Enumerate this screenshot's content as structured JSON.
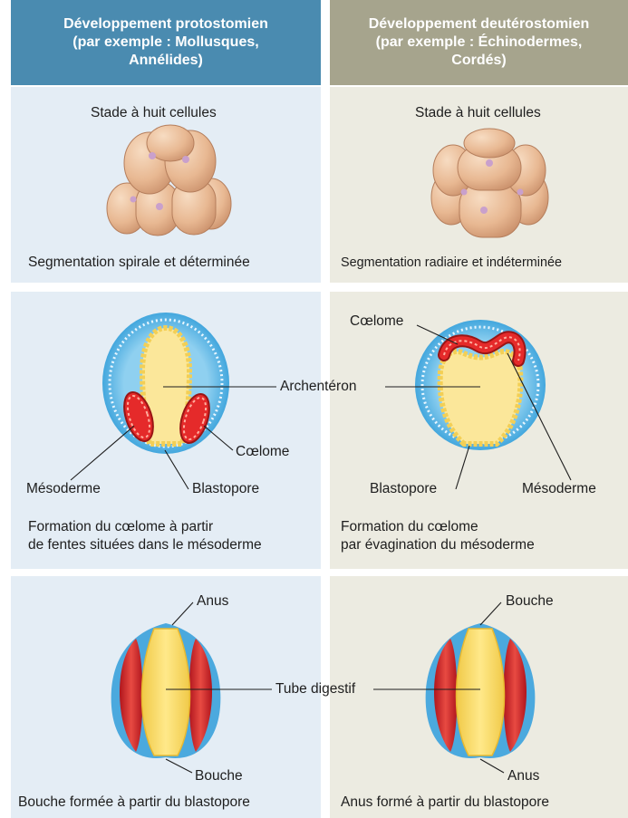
{
  "headers": {
    "left": [
      "Développement protostomien",
      "(par exemple : Mollusques,",
      "Annélides)"
    ],
    "right": [
      "Développement deutérostomien",
      "(par exemple : Échinodermes,",
      "Cordés)"
    ]
  },
  "row1": {
    "left_title": "Stade à huit cellules",
    "right_title": "Stade à huit cellules",
    "left_caption": "Segmentation spirale et déterminée",
    "right_caption": "Segmentation radiaire et indéterminée"
  },
  "row2": {
    "archenteron": "Archentéron",
    "left_coelome": "Cœlome",
    "left_mesoderme": "Mésoderme",
    "left_blastopore": "Blastopore",
    "right_coelome": "Cœlome",
    "right_blastopore": "Blastopore",
    "right_mesoderme": "Mésoderme",
    "left_caption": [
      "Formation du cœlome à partir",
      "de fentes situées dans le mésoderme"
    ],
    "right_caption": [
      "Formation du cœlome",
      "par évagination du mésoderme"
    ]
  },
  "row3": {
    "left_top": "Anus",
    "right_top": "Bouche",
    "tube": "Tube digestif",
    "left_bottom": "Bouche",
    "right_bottom": "Anus",
    "left_caption": "Bouche formée à partir du blastopore",
    "right_caption": "Anus formé à partir du blastopore"
  }
}
